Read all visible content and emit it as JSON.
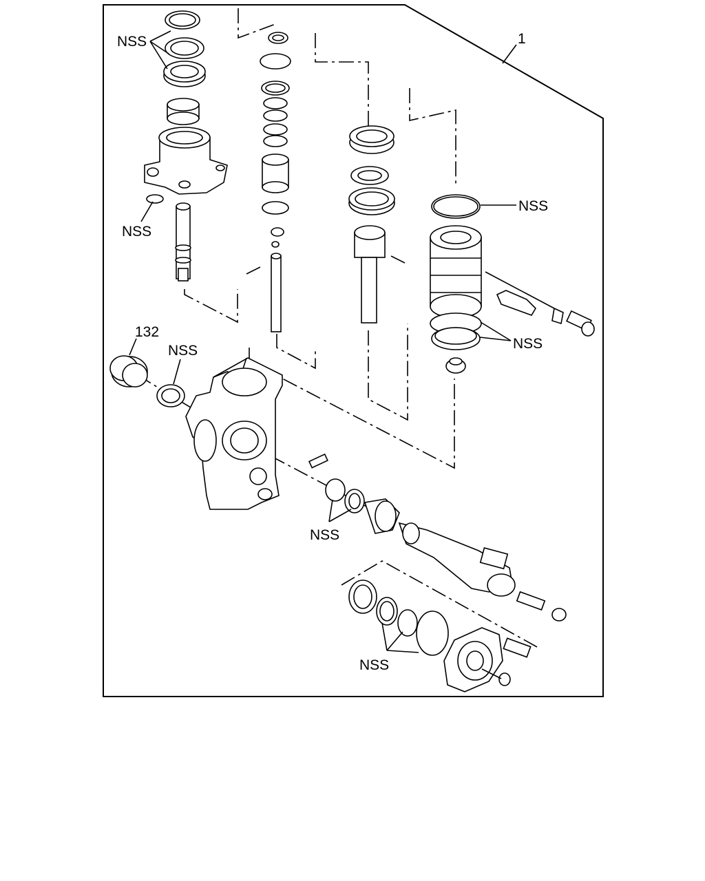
{
  "diagram": {
    "assembly_label": "1",
    "callouts": [
      "NSS",
      "NSS",
      "NSS",
      "NSS",
      "NSS",
      "NSS",
      "132",
      "NSS"
    ]
  },
  "icons": [
    "exploded-parts-diagram"
  ]
}
